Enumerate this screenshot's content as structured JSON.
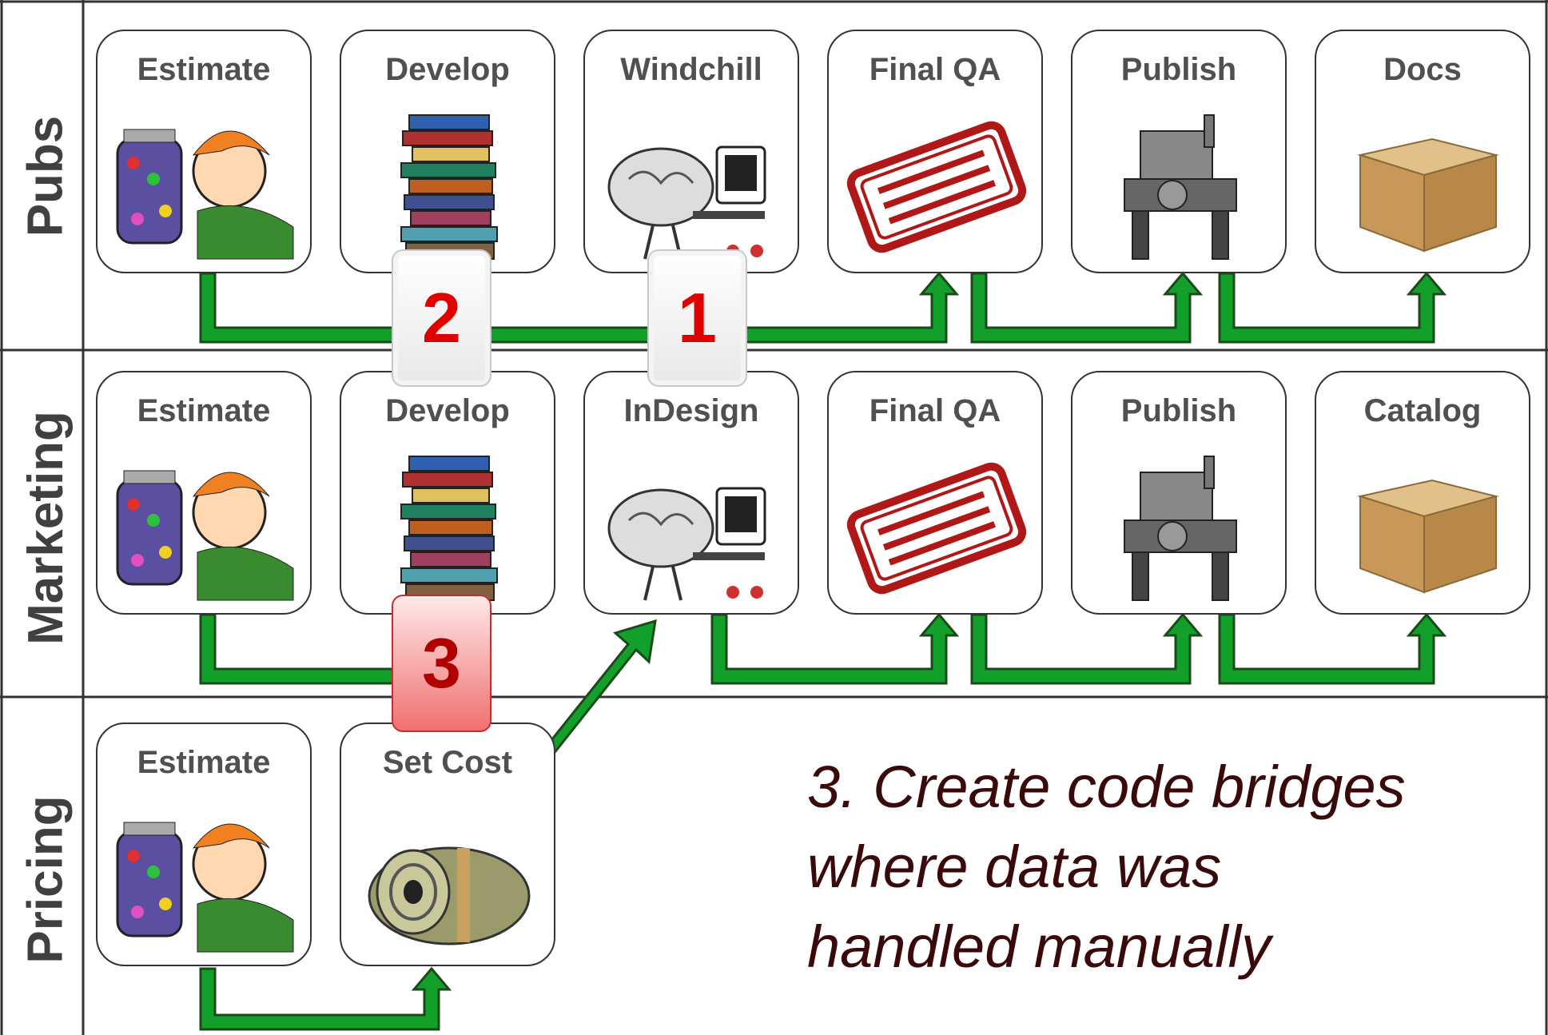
{
  "lanes": [
    {
      "label": "Pubs",
      "steps": [
        "Estimate",
        "Develop",
        "Windchill",
        "Final QA",
        "Publish",
        "Docs"
      ]
    },
    {
      "label": "Marketing",
      "steps": [
        "Estimate",
        "Develop",
        "InDesign",
        "Final QA",
        "Publish",
        "Catalog"
      ]
    },
    {
      "label": "Pricing",
      "steps": [
        "Estimate",
        "Set Cost"
      ]
    }
  ],
  "icons": [
    "jar-boy-icon",
    "book-stack-icon",
    "brain-computer-icon",
    "approved-stamp-icon",
    "printing-press-icon",
    "cardboard-box-icon",
    "money-roll-icon"
  ],
  "badges": [
    "2",
    "1",
    "3"
  ],
  "note_lines": [
    "3. Create code bridges",
    "where data was",
    "handled manually"
  ],
  "colors": {
    "arrow_fill": "#12a02a",
    "arrow_stroke": "#1a4a1a",
    "badge_text": "#e00000",
    "note_text": "#3a0a0a"
  }
}
